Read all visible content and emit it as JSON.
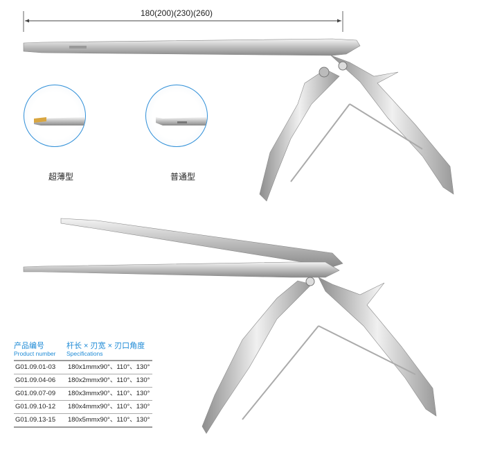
{
  "dimension_label": "180(200)(230)(260)",
  "details": [
    {
      "label": "超薄型"
    },
    {
      "label": "普通型"
    }
  ],
  "table": {
    "headers": [
      {
        "cn": "产品编号",
        "en": "Product number"
      },
      {
        "cn": "杆长 × 刃宽 × 刃口角度",
        "en": "Specifications"
      }
    ],
    "rows": [
      [
        "G01.09.01-03",
        "180x1mmx90°、110°、130°"
      ],
      [
        "G01.09.04-06",
        "180x2mmx90°、110°、130°"
      ],
      [
        "G01.09.07-09",
        "180x3mmx90°、110°、130°"
      ],
      [
        "G01.09.10-12",
        "180x4mmx90°、110°、130°"
      ],
      [
        "G01.09.13-15",
        "180x5mmx90°、110°、130°"
      ]
    ]
  }
}
